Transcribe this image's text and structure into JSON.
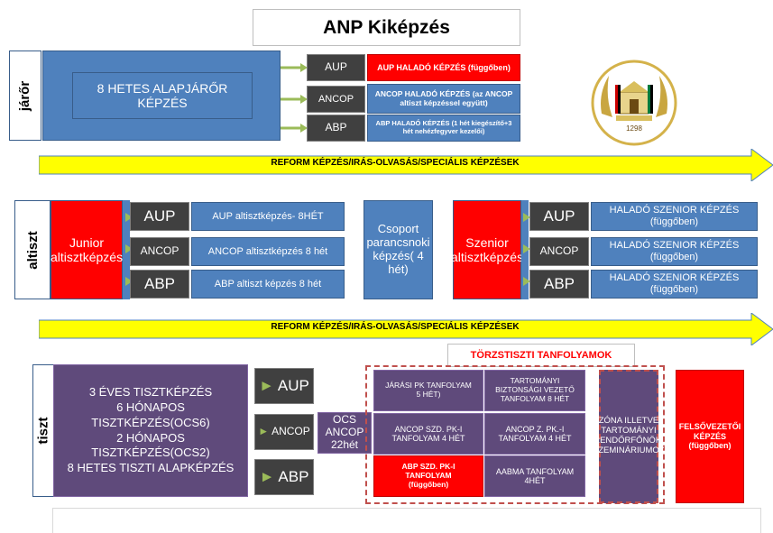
{
  "title": "ANP Kiképzés",
  "colors": {
    "blue": "#4f81bd",
    "dark": "#404040",
    "red": "#ff0000",
    "purple": "#5f4a7b",
    "arrow": "#ffff00",
    "connector": "#9bbb59",
    "dashed": "#c0504d"
  },
  "jaror": {
    "side_label": "járőr",
    "main": "8 HETES ALAPJÁRŐR KÉPZÉS",
    "rows": [
      {
        "force": "AUP",
        "course": "AUP  HALADÓ KÉPZÉS (függőben)"
      },
      {
        "force": "ANCOP",
        "course": "ANCOP HALADÓ KÉPZÉS (az ANCOP altiszt képzéssel együtt)"
      },
      {
        "force": "ABP",
        "course": "ABP HALADÓ KÉPZÉS (1 hét kiegészítő+3 hét nehézfegyver kezelői)"
      }
    ]
  },
  "reform_banner": "REFORM KÉPZÉS/IRÁS-OLVASÁS/SPECIÁLIS KÉPZÉSEK",
  "altiszt": {
    "side_label": "altiszt",
    "junior": "Junior altisztképzés",
    "junior_rows": [
      {
        "force": "AUP",
        "course": "AUP altisztképzés- 8HÉT"
      },
      {
        "force": "ANCOP",
        "course": "ANCOP altisztképzés 8 hét"
      },
      {
        "force": "ABP",
        "course": "ABP altiszt képzés 8 hét"
      }
    ],
    "group_leader": "Csoport parancsnoki képzés( 4 hét)",
    "senior": "Szenior altisztképzés",
    "senior_rows": [
      {
        "force": "AUP",
        "course": "HALADÓ SZENIOR KÉPZÉS (függőben)"
      },
      {
        "force": "ANCOP",
        "course": "HALADÓ SZENIOR KÉPZÉS (függőben)"
      },
      {
        "force": "ABP",
        "course": "HALADÓ SZENIOR KÉPZÉS (függőben)"
      }
    ]
  },
  "tiszt": {
    "side_label": "tiszt",
    "main_lines": [
      "3 ÉVES TISZTKÉPZÉS",
      "6 HÓNAPOS",
      "TISZTKÉPZÉS(OCS6)",
      "2 HÓNAPOS",
      "TISZTKÉPZÉS(OCS2)",
      "8 HETES TISZTI ALAPKÉPZÉS"
    ],
    "forces": [
      "AUP",
      "ANCOP",
      "ABP"
    ],
    "ocs": "OCS ANCOP 22hét",
    "staff_header": "TÖRZSTISZTI TANFOLYAMOK",
    "staff_courses": [
      "JÁRÁSI PK TANFOLYAM 5 HÉT)",
      "TARTOMÁNYI BIZTONSÁGI VEZETŐ TANFOLYAM 8 HÉT",
      "ANCOP SZD. PK-I TANFOLYAM 4 HÉT",
      "ANCOP Z. PK.-I TANFOLYAM 4 HÉT",
      "ABP SZD. PK-I TANFOLYAM (függőben)",
      "AABMA TANFOLYAM 4HÉT"
    ],
    "zone": "ZÓNA ILLETVE TARTOMÁNYI RENDŐRFŐNÖKI SZEMINÁRIUMOK",
    "senior_exec": "FELSŐVEZETŐI KÉPZÉS (függőben)"
  }
}
